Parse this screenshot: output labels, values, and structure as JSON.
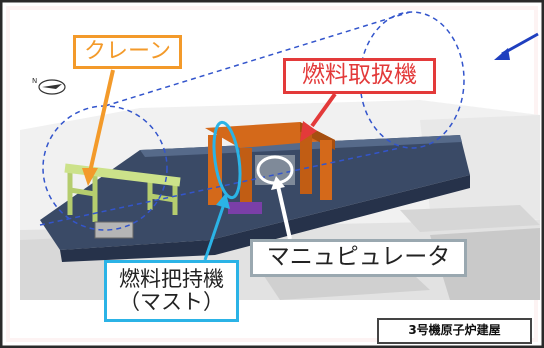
{
  "labels": {
    "crane": "クレーン",
    "fuel_handling_machine": "燃料取扱機",
    "manipulator": "マニュピュレータ",
    "fuel_gripper_line1": "燃料把持機",
    "fuel_gripper_line2": "（マスト）",
    "building": "3号機原子炉建屋",
    "compass_n": "N"
  },
  "colors": {
    "border": "#2a2a2a",
    "crane": "#f39a2a",
    "fuel_handling_machine": "#e33a3a",
    "manipulator": "#9aa8b0",
    "fuel_gripper": "#2bb3e6",
    "dome_outline": "#3355cc",
    "building_arrow": "#1f3fbf",
    "crane_structure": "#cce28a",
    "fhm_structure": "#d4691a",
    "pool_deck": "#3a4a66",
    "building_top": "#eeeeee"
  },
  "icons": [
    "compass-icon",
    "arrow-icon"
  ]
}
